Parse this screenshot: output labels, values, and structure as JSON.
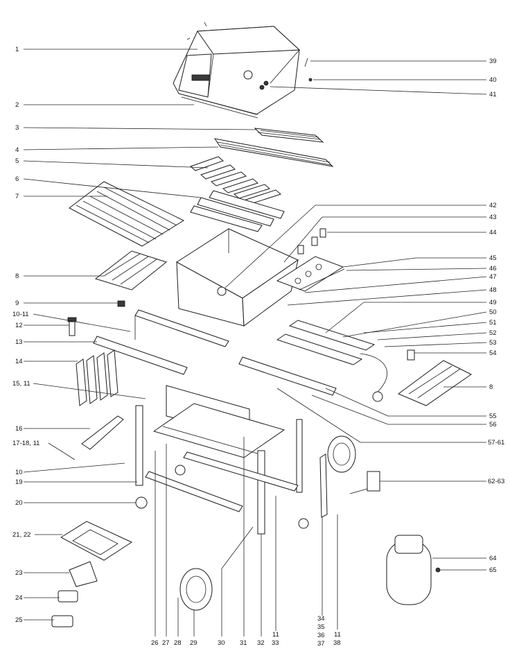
{
  "labels_left": [
    {
      "id": "l1",
      "text": "1"
    },
    {
      "id": "l2",
      "text": "2"
    },
    {
      "id": "l3",
      "text": "3"
    },
    {
      "id": "l4",
      "text": "4"
    },
    {
      "id": "l5",
      "text": "5"
    },
    {
      "id": "l6",
      "text": "6"
    },
    {
      "id": "l7",
      "text": "7"
    },
    {
      "id": "l8",
      "text": "8"
    },
    {
      "id": "l9",
      "text": "9"
    },
    {
      "id": "l10_11",
      "text": "10-11"
    },
    {
      "id": "l12",
      "text": "12"
    },
    {
      "id": "l13",
      "text": "13"
    },
    {
      "id": "l14",
      "text": "14"
    },
    {
      "id": "l15_11",
      "text": "15, 11"
    },
    {
      "id": "l16",
      "text": "16"
    },
    {
      "id": "l17_18_11",
      "text": "17-18, 11"
    },
    {
      "id": "l10b",
      "text": "10"
    },
    {
      "id": "l19",
      "text": "19"
    },
    {
      "id": "l20",
      "text": "20"
    },
    {
      "id": "l21_22",
      "text": "21, 22"
    },
    {
      "id": "l23",
      "text": "23"
    },
    {
      "id": "l24",
      "text": "24"
    },
    {
      "id": "l25",
      "text": "25"
    }
  ],
  "labels_right": [
    {
      "id": "r39",
      "text": "39"
    },
    {
      "id": "r40",
      "text": "40"
    },
    {
      "id": "r41",
      "text": "41"
    },
    {
      "id": "r42",
      "text": "42"
    },
    {
      "id": "r43",
      "text": "43"
    },
    {
      "id": "r44",
      "text": "44"
    },
    {
      "id": "r45",
      "text": "45"
    },
    {
      "id": "r46",
      "text": "46"
    },
    {
      "id": "r47",
      "text": "47"
    },
    {
      "id": "r48",
      "text": "48"
    },
    {
      "id": "r49",
      "text": "49"
    },
    {
      "id": "r50",
      "text": "50"
    },
    {
      "id": "r51",
      "text": "51"
    },
    {
      "id": "r52",
      "text": "52"
    },
    {
      "id": "r53",
      "text": "53"
    },
    {
      "id": "r54",
      "text": "54"
    },
    {
      "id": "r8b",
      "text": "8"
    },
    {
      "id": "r55",
      "text": "55"
    },
    {
      "id": "r56",
      "text": "56"
    },
    {
      "id": "r57_61",
      "text": "57-61"
    },
    {
      "id": "r62_63",
      "text": "62-63"
    },
    {
      "id": "r64",
      "text": "64"
    },
    {
      "id": "r65",
      "text": "65"
    }
  ],
  "labels_bottom": [
    {
      "id": "b26",
      "text": "26"
    },
    {
      "id": "b27",
      "text": "27"
    },
    {
      "id": "b28",
      "text": "28"
    },
    {
      "id": "b29",
      "text": "29"
    },
    {
      "id": "b30",
      "text": "30"
    },
    {
      "id": "b31",
      "text": "31"
    },
    {
      "id": "b32",
      "text": "32"
    },
    {
      "id": "b11_33a",
      "text": "11"
    },
    {
      "id": "b11_33b",
      "text": "33"
    },
    {
      "id": "b34",
      "text": "34"
    },
    {
      "id": "b35",
      "text": "35"
    },
    {
      "id": "b36",
      "text": "36"
    },
    {
      "id": "b37",
      "text": "37"
    },
    {
      "id": "b11_38a",
      "text": "11"
    },
    {
      "id": "b11_38b",
      "text": "38"
    }
  ],
  "lid_badge_text": "",
  "colors": {
    "ink": "#111111",
    "paper": "#ffffff"
  }
}
